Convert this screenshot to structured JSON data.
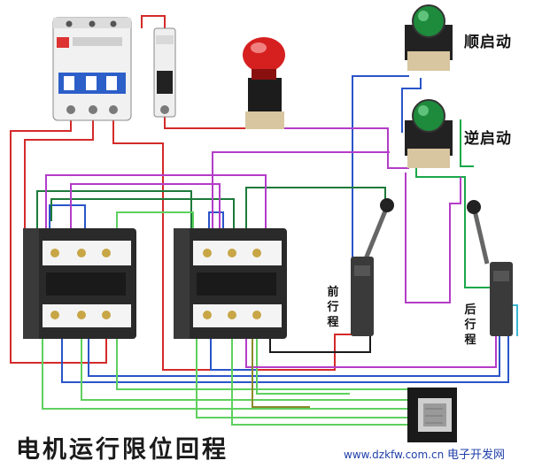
{
  "buttons": {
    "forward_start": "顺启动",
    "reverse_start": "逆启动"
  },
  "limit_switches": {
    "forward": [
      "前",
      "行",
      "程"
    ],
    "backward": [
      "后",
      "行",
      "程"
    ]
  },
  "title": "电机运行限位回程",
  "website": {
    "url": "www.dzkfw.com.cn",
    "name": "电子开发网"
  },
  "colors": {
    "red": "#d42a2a",
    "blue": "#2a55c8",
    "green": "#1aa84a",
    "light_green": "#5ed05e",
    "purple": "#b43cc8",
    "dark_green": "#1d7a3a",
    "black": "#1a1a1a",
    "cyan": "#3cb4d2",
    "olive": "#8a8a2a"
  }
}
